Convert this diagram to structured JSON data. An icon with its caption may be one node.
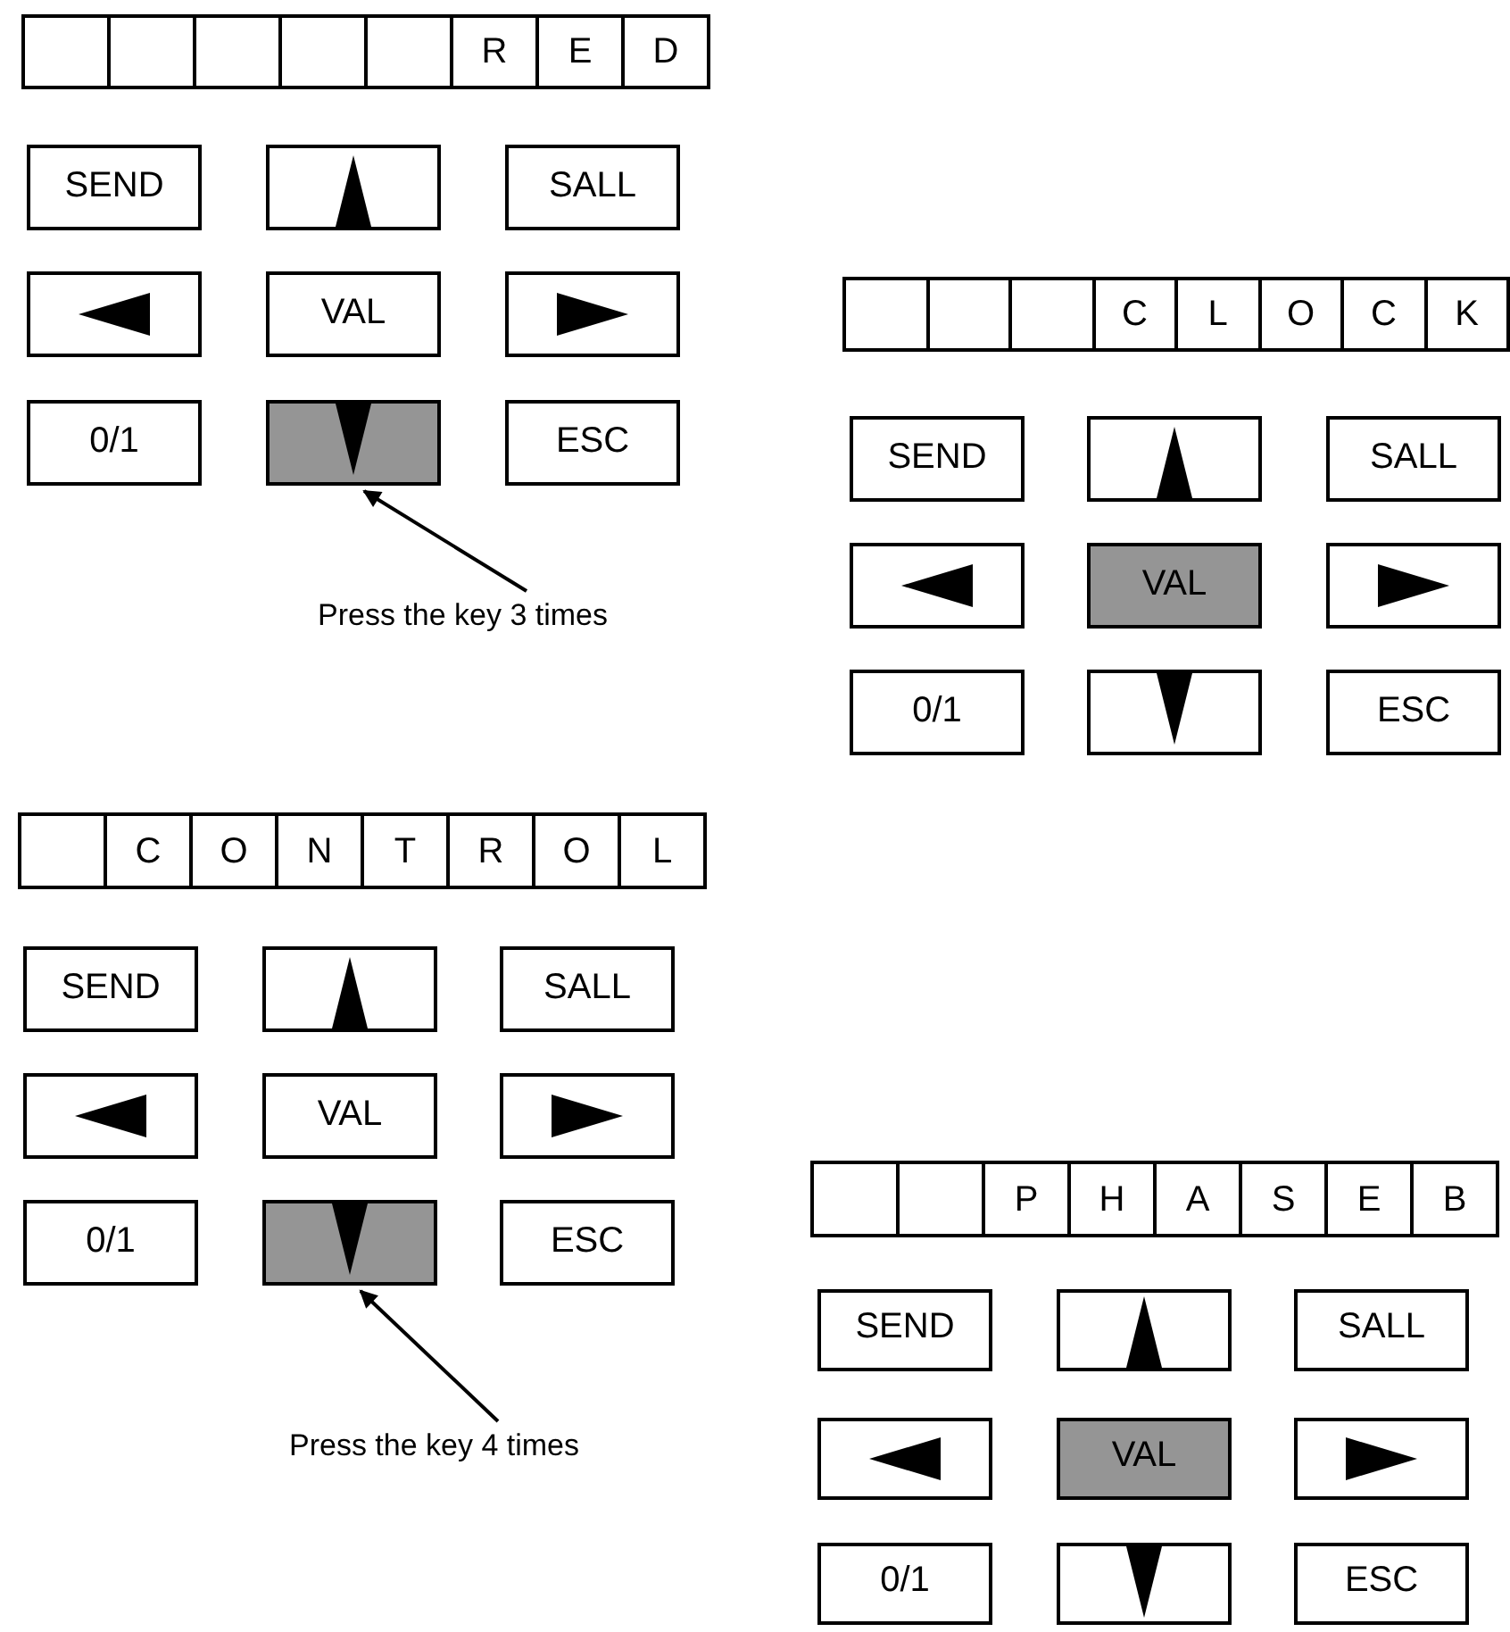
{
  "diagram": {
    "nodes": [
      {
        "text": [],
        "shape": "box"
      },
      {
        "text": [],
        "shape": "box"
      },
      {
        "text": [],
        "shape": "box"
      },
      {
        "text": [],
        "shape": "box"
      },
      {
        "text": [],
        "shape": "box"
      },
      {
        "text": [
          "R"
        ]
      },
      {
        "text": [
          "E"
        ]
      },
      {
        "text": [
          "D"
        ]
      },
      {
        "text": [
          "SEND"
        ]
      },
      {
        "text": [],
        "shape": "box"
      },
      {
        "text": [
          "SALL"
        ]
      },
      {
        "text": [],
        "shape": "box"
      },
      {
        "text": [
          "VAL"
        ]
      },
      {
        "text": [],
        "shape": "box"
      },
      {
        "text": [
          "0/1"
        ]
      },
      {
        "text": [],
        "shape": "box"
      },
      {
        "text": [
          "ESC"
        ]
      },
      {
        "text": [
          "Press the key 3 times"
        ]
      },
      {
        "text": [],
        "shape": "box"
      },
      {
        "text": [],
        "shape": "box"
      },
      {
        "text": [],
        "shape": "box"
      },
      {
        "text": [
          "C"
        ]
      },
      {
        "text": [
          "L"
        ]
      },
      {
        "text": [
          "O"
        ]
      },
      {
        "text": [
          "C"
        ]
      },
      {
        "text": [
          "K"
        ]
      },
      {
        "text": [
          "SEND"
        ]
      },
      {
        "text": [],
        "shape": "box"
      },
      {
        "text": [
          "SALL"
        ]
      },
      {
        "text": [],
        "shape": "box"
      },
      {
        "text": [
          "VAL"
        ]
      },
      {
        "text": [],
        "shape": "box"
      },
      {
        "text": [
          "0/1"
        ]
      },
      {
        "text": [],
        "shape": "box"
      },
      {
        "text": [
          "ESC"
        ]
      },
      {
        "text": [],
        "shape": "box"
      },
      {
        "text": [
          "C"
        ]
      },
      {
        "text": [
          "O"
        ]
      },
      {
        "text": [
          "N"
        ]
      },
      {
        "text": [
          "T"
        ]
      },
      {
        "text": [
          "R"
        ]
      },
      {
        "text": [
          "O"
        ]
      },
      {
        "text": [
          "L"
        ]
      },
      {
        "text": [
          "SEND"
        ]
      },
      {
        "text": [],
        "shape": "box"
      },
      {
        "text": [
          "SALL"
        ]
      },
      {
        "text": [],
        "shape": "box"
      },
      {
        "text": [
          "VAL"
        ]
      },
      {
        "text": [],
        "shape": "box"
      },
      {
        "text": [
          "0/1"
        ]
      },
      {
        "text": [],
        "shape": "box"
      },
      {
        "text": [
          "ESC"
        ]
      },
      {
        "text": [
          "Press the key 4 times"
        ]
      },
      {
        "text": [],
        "shape": "box"
      },
      {
        "text": [],
        "shape": "box"
      },
      {
        "text": [
          "P"
        ]
      },
      {
        "text": [
          "H"
        ]
      },
      {
        "text": [
          "A"
        ]
      },
      {
        "text": [
          "S"
        ]
      },
      {
        "text": [
          "E"
        ]
      },
      {
        "text": [
          "B"
        ]
      },
      {
        "text": [
          "SEND"
        ]
      },
      {
        "text": [],
        "shape": "box"
      },
      {
        "text": [
          "SALL"
        ]
      },
      {
        "text": [],
        "shape": "box"
      },
      {
        "text": [
          "VAL"
        ]
      },
      {
        "text": [],
        "shape": "box"
      },
      {
        "text": [
          "0/1"
        ]
      },
      {
        "text": [],
        "shape": "box"
      },
      {
        "text": [
          "ESC"
        ]
      }
    ],
    "edges": [
      {
        "from": 17,
        "to": 15,
        "arrow": "to"
      },
      {
        "from": 52,
        "to": 50,
        "arrow": "to"
      }
    ]
  }
}
